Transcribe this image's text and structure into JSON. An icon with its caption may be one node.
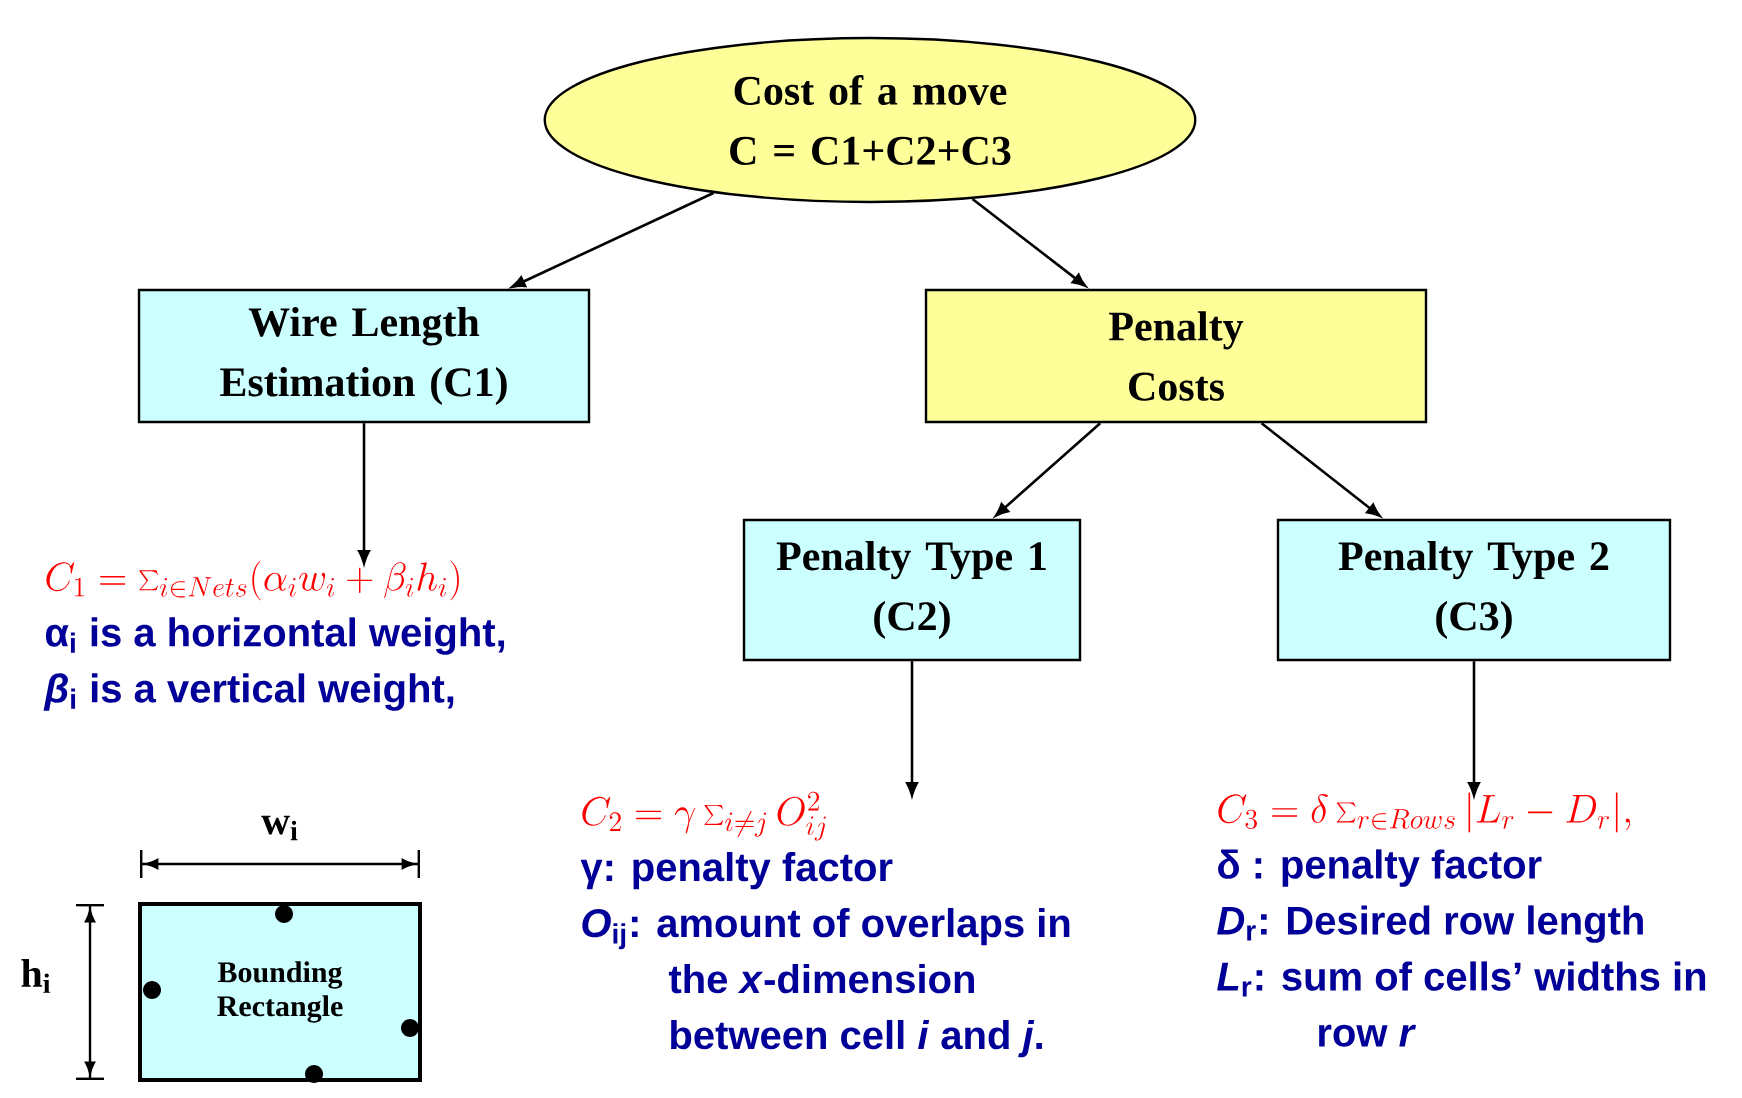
{
  "diagram": {
    "nodes": [
      {
        "text": [
          "Cost of a move",
          "C = C1+C2+C3"
        ]
      },
      {
        "text": [
          "Wire Length Estimation (C1)"
        ]
      },
      {
        "text": [
          "Penalty Costs"
        ]
      },
      {
        "text": [
          "Penalty Type 1 (C2)"
        ]
      },
      {
        "text": [
          "Penalty Type 2 (C3)"
        ]
      },
      {
        "text": [
          "C_1 = \\sum_{i \\in Nets}(\\alpha_i w_i + \\beta_i h_i)",
          "α$_{i}$ is a horizontal weight,",
          "*β*$_{i}$ is a vertical weight,"
        ]
      },
      {
        "text": [
          "C_2 = \\gamma \\sum_{i \\neq j} O^2_{ij}",
          "γ: penalty factor",
          "*O*$_{ij}$: amount of overlaps in the *x*-dimension between cell *i* and *j*."
        ]
      },
      {
        "text": [
          "C_3 = \\delta \\sum_{r \\in Rows} |L_r - D_r|,",
          "δ : penalty factor",
          "*D*$_{r}$: Desired row length",
          "*L*$_{r}$: sum of cells’ widths in row *r*"
        ]
      },
      {
        "text": [
          "Bounding Rectangle"
        ]
      }
    ],
    "edges": [
      {
        "from": 0,
        "to": 1,
        "arrow": "to"
      },
      {
        "from": 0,
        "to": 2,
        "arrow": "to"
      },
      {
        "from": 2,
        "to": 3,
        "arrow": "to"
      },
      {
        "from": 2,
        "to": 4,
        "arrow": "to"
      },
      {
        "from": 1,
        "to": 5,
        "arrow": "to"
      },
      {
        "from": 3,
        "to": 6,
        "arrow": "to"
      },
      {
        "from": 4,
        "to": 7,
        "arrow": "to"
      }
    ],
    "labels": [
      "w$_{i}$",
      "h$_{i}$"
    ]
  }
}
